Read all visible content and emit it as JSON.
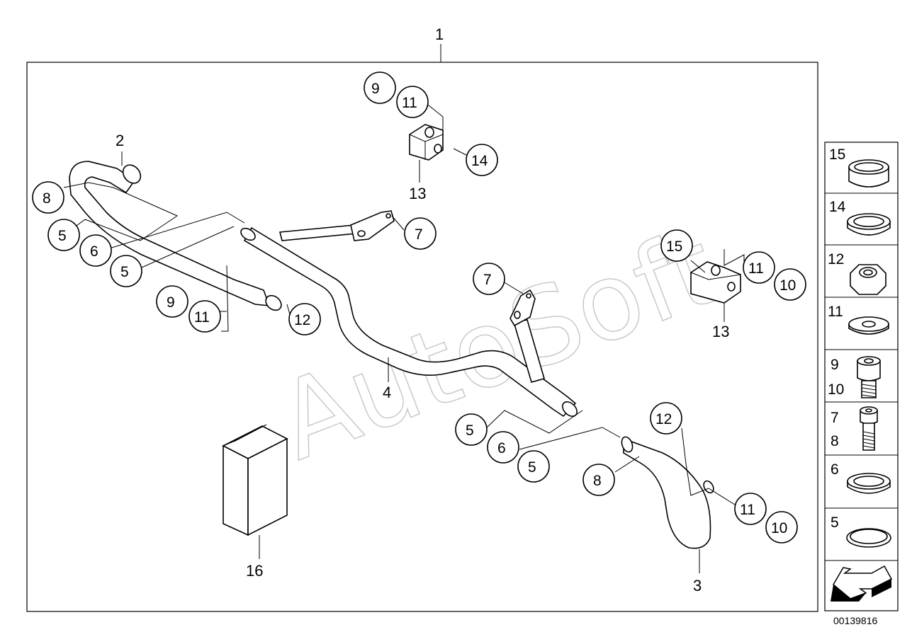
{
  "diagram": {
    "frame_label": "1",
    "part_number": "00139816",
    "watermark": "AutoSoft",
    "labels": {
      "pipe_left": "2",
      "pipe_right": "3",
      "crossmember": "4",
      "bracket": "13",
      "manual": "16",
      "bolt_7": "7",
      "bolt_8": "8",
      "screw_9": "9",
      "screw_10": "10",
      "washer_11": "11",
      "nut_12": "12",
      "ring_5": "5",
      "ring_6": "6",
      "ring_14": "14",
      "ring_15": "15"
    }
  },
  "legend": {
    "items": [
      {
        "label": "15",
        "icon": "sleeve-icon"
      },
      {
        "label": "14",
        "icon": "ring-icon"
      },
      {
        "label": "12",
        "icon": "hex-nut-icon"
      },
      {
        "label": "11",
        "icon": "washer-icon"
      },
      {
        "label": "9",
        "label2": "10",
        "icon": "socket-screw-icon"
      },
      {
        "label": "7",
        "label2": "8",
        "icon": "bolt-icon"
      },
      {
        "label": "6",
        "icon": "ring-icon"
      },
      {
        "label": "5",
        "icon": "o-ring-icon"
      },
      {
        "label": "",
        "icon": "arrow-icon"
      }
    ]
  }
}
